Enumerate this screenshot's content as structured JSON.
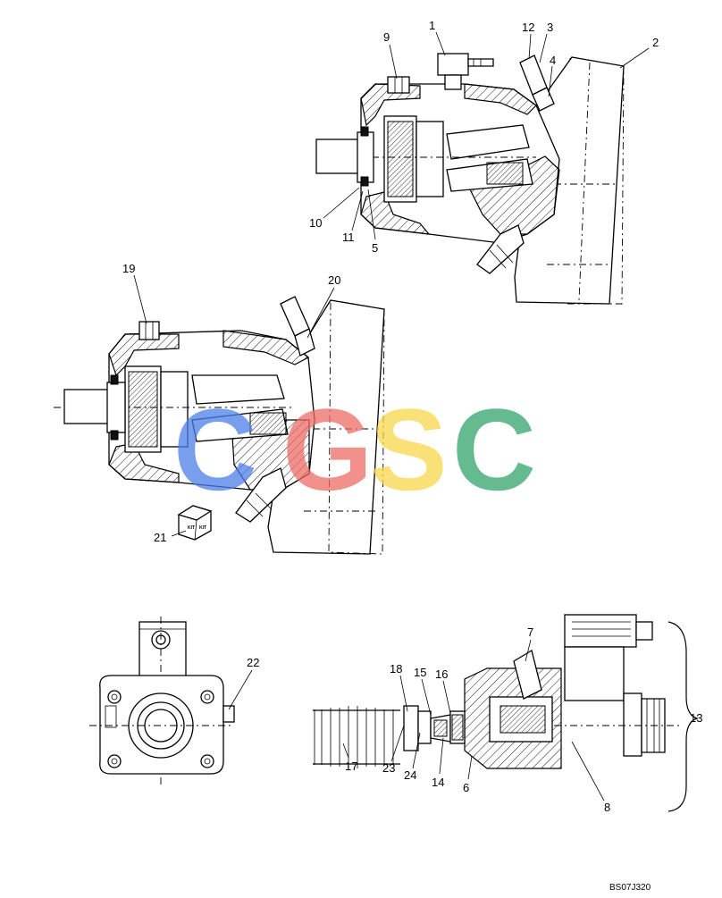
{
  "diagram": {
    "drawing_code": "BS07J320",
    "watermark": {
      "letters": [
        "C",
        "G",
        "S",
        "C"
      ],
      "colors": [
        "#4a7fe8",
        "#ee6b66",
        "#f7d64a",
        "#34a36a"
      ]
    },
    "kit_label": "KIT",
    "callouts": [
      {
        "id": "c1",
        "text": "1"
      },
      {
        "id": "c2",
        "text": "2"
      },
      {
        "id": "c3",
        "text": "3"
      },
      {
        "id": "c4",
        "text": "4"
      },
      {
        "id": "c5",
        "text": "5"
      },
      {
        "id": "c6",
        "text": "6"
      },
      {
        "id": "c7",
        "text": "7"
      },
      {
        "id": "c8",
        "text": "8"
      },
      {
        "id": "c9",
        "text": "9"
      },
      {
        "id": "c10",
        "text": "10"
      },
      {
        "id": "c11",
        "text": "11"
      },
      {
        "id": "c12",
        "text": "12"
      },
      {
        "id": "c13",
        "text": "13"
      },
      {
        "id": "c14",
        "text": "14"
      },
      {
        "id": "c15",
        "text": "15"
      },
      {
        "id": "c16",
        "text": "16"
      },
      {
        "id": "c17",
        "text": "17"
      },
      {
        "id": "c18",
        "text": "18"
      },
      {
        "id": "c19",
        "text": "19"
      },
      {
        "id": "c20",
        "text": "20"
      },
      {
        "id": "c21",
        "text": "21"
      },
      {
        "id": "c22",
        "text": "22"
      },
      {
        "id": "c23",
        "text": "23"
      },
      {
        "id": "c24",
        "text": "24"
      }
    ]
  }
}
